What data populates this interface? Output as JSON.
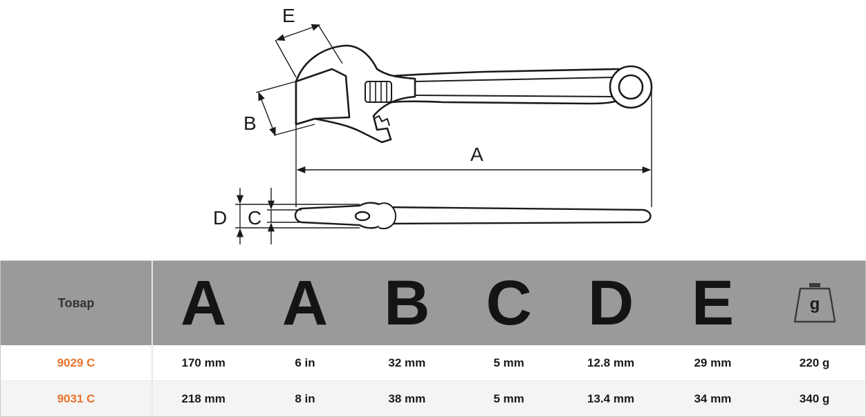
{
  "diagram": {
    "labels": {
      "a": "A",
      "b": "B",
      "c": "C",
      "d": "D",
      "e": "E"
    }
  },
  "table": {
    "product_header": "Товар",
    "columns": [
      "A",
      "A",
      "B",
      "C",
      "D",
      "E"
    ],
    "weight_icon": {
      "name": "weight-icon",
      "glyph": "g"
    },
    "rows": [
      {
        "product": "9029 C",
        "values": [
          "170 mm",
          "6 in",
          "32 mm",
          "5 mm",
          "12.8 mm",
          "29 mm",
          "220 g"
        ]
      },
      {
        "product": "9031 C",
        "values": [
          "218 mm",
          "8 in",
          "38 mm",
          "5 mm",
          "13.4 mm",
          "34 mm",
          "340 g"
        ]
      }
    ]
  },
  "colors": {
    "accent": "#e8732a",
    "header_bg": "#9a9a9a",
    "ink": "#141414"
  }
}
